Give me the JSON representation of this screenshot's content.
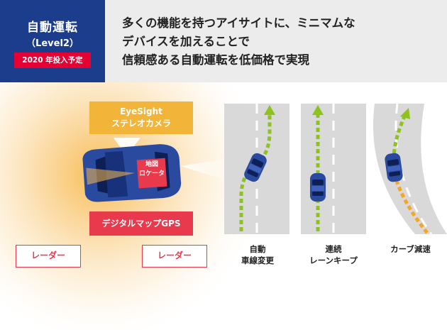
{
  "header": {
    "badge_title": "自動運転",
    "badge_level": "（Level2）",
    "badge_date": "2020 年投入予定",
    "headline_lines": [
      "多くの機能を持つアイサイトに、ミニマムな",
      "デバイスを加えることで",
      "信頼感ある自動運転を低価格で実現"
    ]
  },
  "diagram": {
    "eyesight_label_1": "EyeSight",
    "eyesight_label_2": "ステレオカメラ",
    "map_label_1": "地図",
    "map_label_2": "ロケータ",
    "gps_label": "デジタルマップGPS",
    "radar_left_label": "レーダー",
    "radar_right_label": "レーダー"
  },
  "scenarios": [
    {
      "line1": "自動",
      "line2": "車線変更"
    },
    {
      "line1": "連続",
      "line2": "レーンキープ"
    },
    {
      "line1": "カーブ減速",
      "line2": ""
    }
  ],
  "colors": {
    "navy": "#1c3c8c",
    "red": "#e60033",
    "orange_label": "#f2b53a",
    "gps_red": "#e8394d",
    "road": "#d9d9d9",
    "path_green": "#8dc21f",
    "path_orange": "#f5a623",
    "car_blue": "#2a4aa0"
  }
}
